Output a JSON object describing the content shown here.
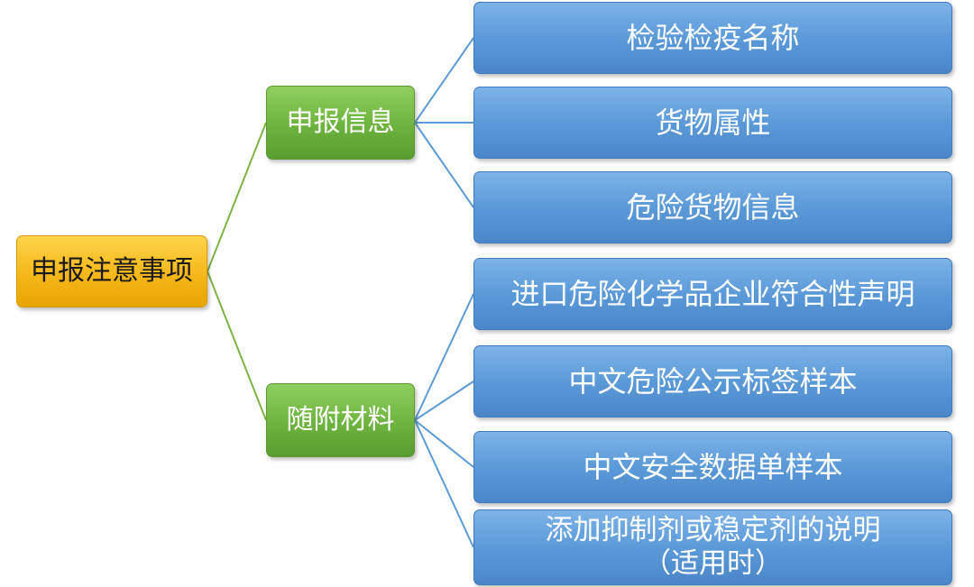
{
  "root": {
    "label": "申报注意事项"
  },
  "branches": [
    {
      "label": "申报信息",
      "children": [
        "检验检疫名称",
        "货物属性",
        "危险货物信息"
      ]
    },
    {
      "label": "随附材料",
      "children": [
        "进口危险化学品企业符合性声明",
        "中文危险公示标签样本",
        "中文安全数据单样本",
        "添加抑制剂或稳定剂的说明",
        "（适用时）"
      ]
    }
  ],
  "colors": {
    "root": "#f6b71a",
    "branch": "#6db33f",
    "leaf": "#5b9ad8",
    "connector_green": "#7cb342",
    "connector_blue": "#5b9bd5"
  }
}
